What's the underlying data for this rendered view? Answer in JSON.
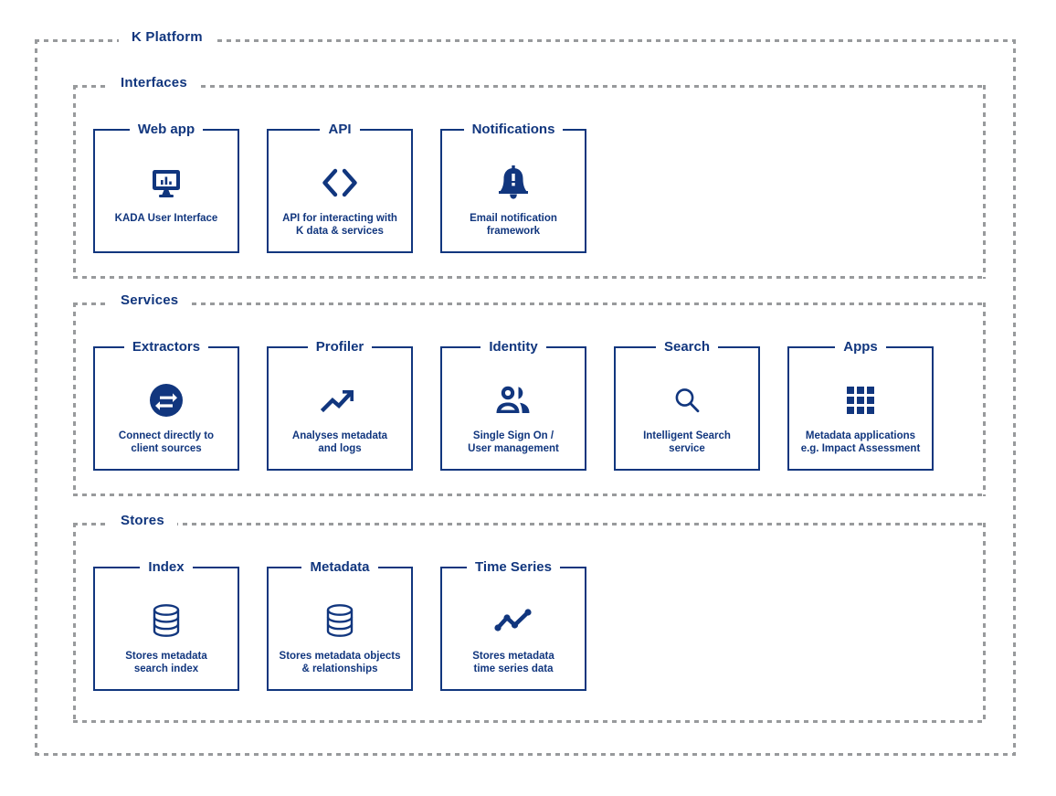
{
  "platform": {
    "title": "K Platform",
    "accent_color": "#11367e",
    "dash_color": "#989a9c",
    "background": "#ffffff"
  },
  "groups": [
    {
      "name": "interfaces",
      "title": "Interfaces",
      "cards": [
        {
          "title": "Web app",
          "icon": "monitor-chart-icon",
          "desc": "KADA User Interface"
        },
        {
          "title": "API",
          "icon": "code-brackets-icon",
          "desc": "API for interacting with\nK data & services"
        },
        {
          "title": "Notifications",
          "icon": "bell-alert-icon",
          "desc": "Email notification\nframework"
        }
      ]
    },
    {
      "name": "services",
      "title": "Services",
      "cards": [
        {
          "title": "Extractors",
          "icon": "bidirectional-arrow-circle-icon",
          "desc": "Connect directly to\nclient sources"
        },
        {
          "title": "Profiler",
          "icon": "trend-arrow-up-icon",
          "desc": "Analyses metadata\nand logs"
        },
        {
          "title": "Identity",
          "icon": "users-icon",
          "desc": "Single Sign On /\nUser management"
        },
        {
          "title": "Search",
          "icon": "magnifier-icon",
          "desc": "Intelligent Search\nservice"
        },
        {
          "title": "Apps",
          "icon": "grid-apps-icon",
          "desc": "Metadata applications\ne.g. Impact Assessment"
        }
      ]
    },
    {
      "name": "stores",
      "title": "Stores",
      "cards": [
        {
          "title": "Index",
          "icon": "database-cylinder-icon",
          "desc": "Stores metadata\nsearch index"
        },
        {
          "title": "Metadata",
          "icon": "database-cylinder-icon",
          "desc": "Stores metadata objects\n& relationships"
        },
        {
          "title": "Time Series",
          "icon": "line-chart-dots-icon",
          "desc": "Stores metadata\ntime series data"
        }
      ]
    }
  ]
}
